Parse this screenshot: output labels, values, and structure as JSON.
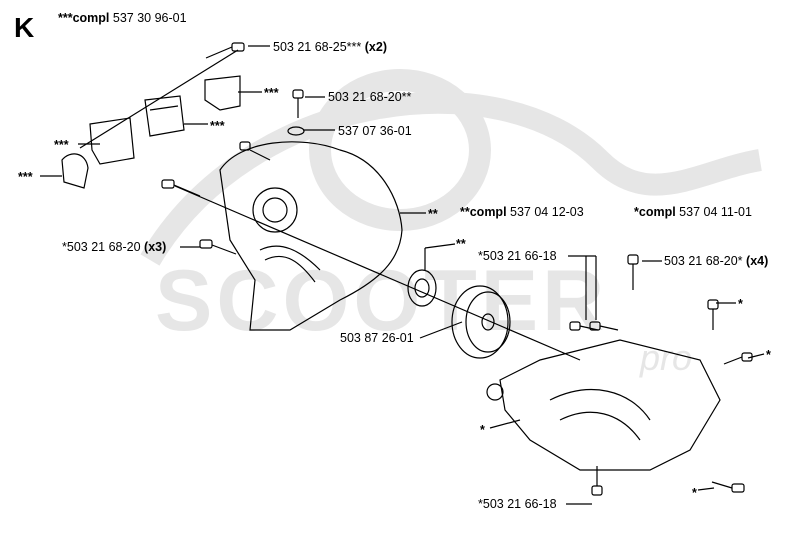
{
  "section_letter": "K",
  "colors": {
    "line": "#000000",
    "watermark": "#e6e6e6",
    "background": "#ffffff"
  },
  "watermark": {
    "text": "SCOOTER",
    "suffix": "pro"
  },
  "headers": {
    "compl_3": {
      "prefix": "***compl",
      "number": "537 30 96-01"
    },
    "compl_2": {
      "prefix": "**compl",
      "number": "537 04 12-03"
    },
    "compl_1": {
      "prefix": "*compl",
      "number": "537 04 11-01"
    }
  },
  "parts": [
    {
      "id": "bolt-top-left",
      "text": "503 21 68-25***",
      "qty": "(x2)"
    },
    {
      "id": "screw-top",
      "text": "503 21 68-20**",
      "qty": ""
    },
    {
      "id": "washer",
      "text": "537 07 36-01",
      "qty": ""
    },
    {
      "id": "screw-left",
      "text": "*503 21 68-20",
      "qty": "(x3)"
    },
    {
      "id": "screw-mid",
      "text": "*503 21 66-18",
      "qty": ""
    },
    {
      "id": "screw-right",
      "text": "503 21 68-20*",
      "qty": "(x4)"
    },
    {
      "id": "clutch-drum",
      "text": "503 87 26-01",
      "qty": ""
    },
    {
      "id": "screw-bottom",
      "text": "*503 21 66-18",
      "qty": ""
    }
  ],
  "markers": {
    "clip_top": "***",
    "clip_mid": "***",
    "clip_left": "***",
    "clip_far_left": "***",
    "housing": "**",
    "bearing": "**",
    "bolt_right_1": "*",
    "bolt_right_2": "*",
    "lower_housing": "*",
    "bolt_bottom_right": "*"
  }
}
